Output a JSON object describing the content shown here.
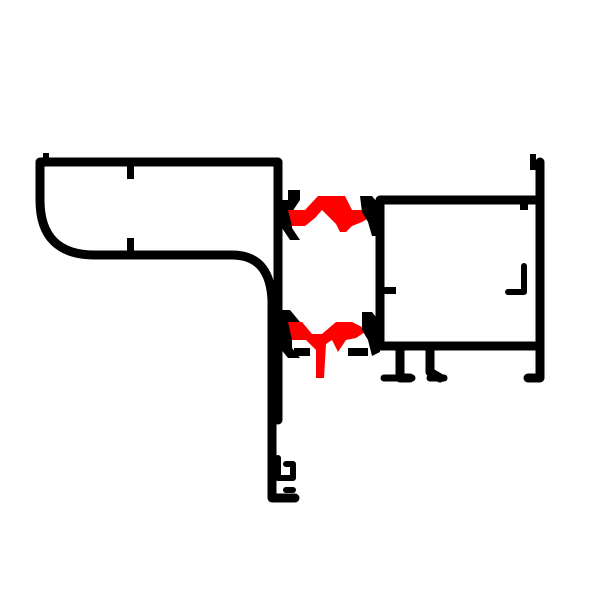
{
  "diagram": {
    "title": "",
    "colors": {
      "background": "#ffffff",
      "profile": "#000000",
      "thermal_break": "#ff0000"
    },
    "parts": [
      "outer-frame-profile",
      "inner-sash-profile",
      "thermal-break-strip-upper",
      "thermal-break-strip-lower",
      "glazing-gasket"
    ]
  }
}
